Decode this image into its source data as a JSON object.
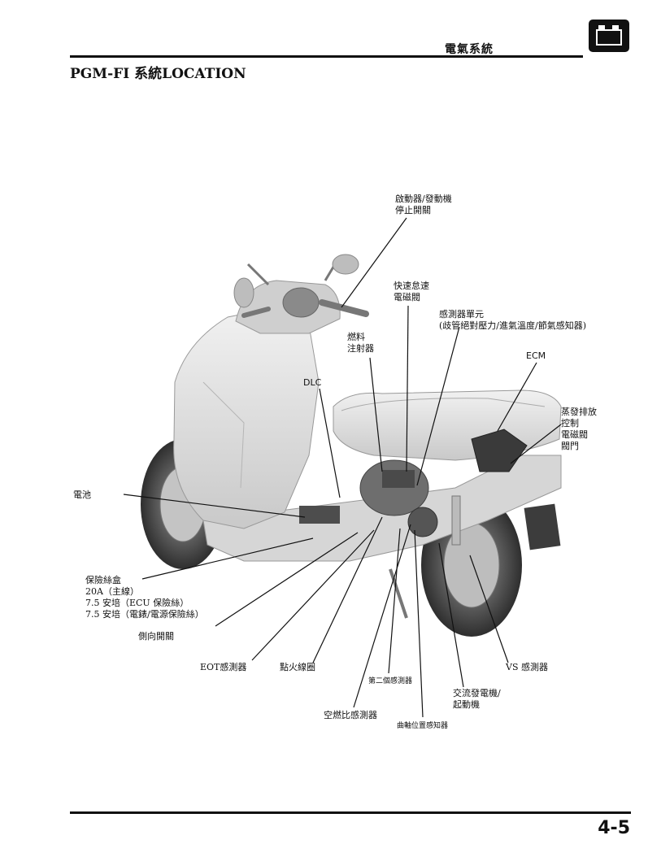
{
  "header": {
    "section_title": "電氣系統",
    "page_heading": "PGM-FI 系統LOCATION"
  },
  "labels": {
    "start_stop_switch_1": "啟動器/發動機",
    "start_stop_switch_2": "停止開關",
    "fast_idle_1": "快速怠速",
    "fast_idle_2": "電磁閥",
    "sensor_unit": "感測器單元",
    "sensor_unit_sub": "(歧管絕對壓力/進氣溫度/節氣感知器)",
    "injector_1": "燃料",
    "injector_2": "注射器",
    "ecm": "ECM",
    "evap_1": "蒸發排放",
    "evap_2": "控制",
    "evap_3": "電磁閥",
    "evap_4": "閥門",
    "dlc": "DLC",
    "battery": "電池",
    "fuse_box_1": "保險絲盒",
    "fuse_box_2": "20A（主線）",
    "fuse_box_3": "7.5 安培（ECU 保險絲）",
    "fuse_box_4": "7.5 安培（電錶/電源保險絲）",
    "side_switch": "側向開關",
    "eot_sensor": "EOT感測器",
    "ignition_coil": "點火線圈",
    "second_sensor": "第二個感測器",
    "vs_sensor": "VS 感測器",
    "acg_1": "交流發電機/",
    "acg_2": "起動機",
    "af_sensor": "空燃比感測器",
    "ckp_sensor": "曲軸位置感知器"
  },
  "footer": {
    "page_number": "4-5"
  }
}
